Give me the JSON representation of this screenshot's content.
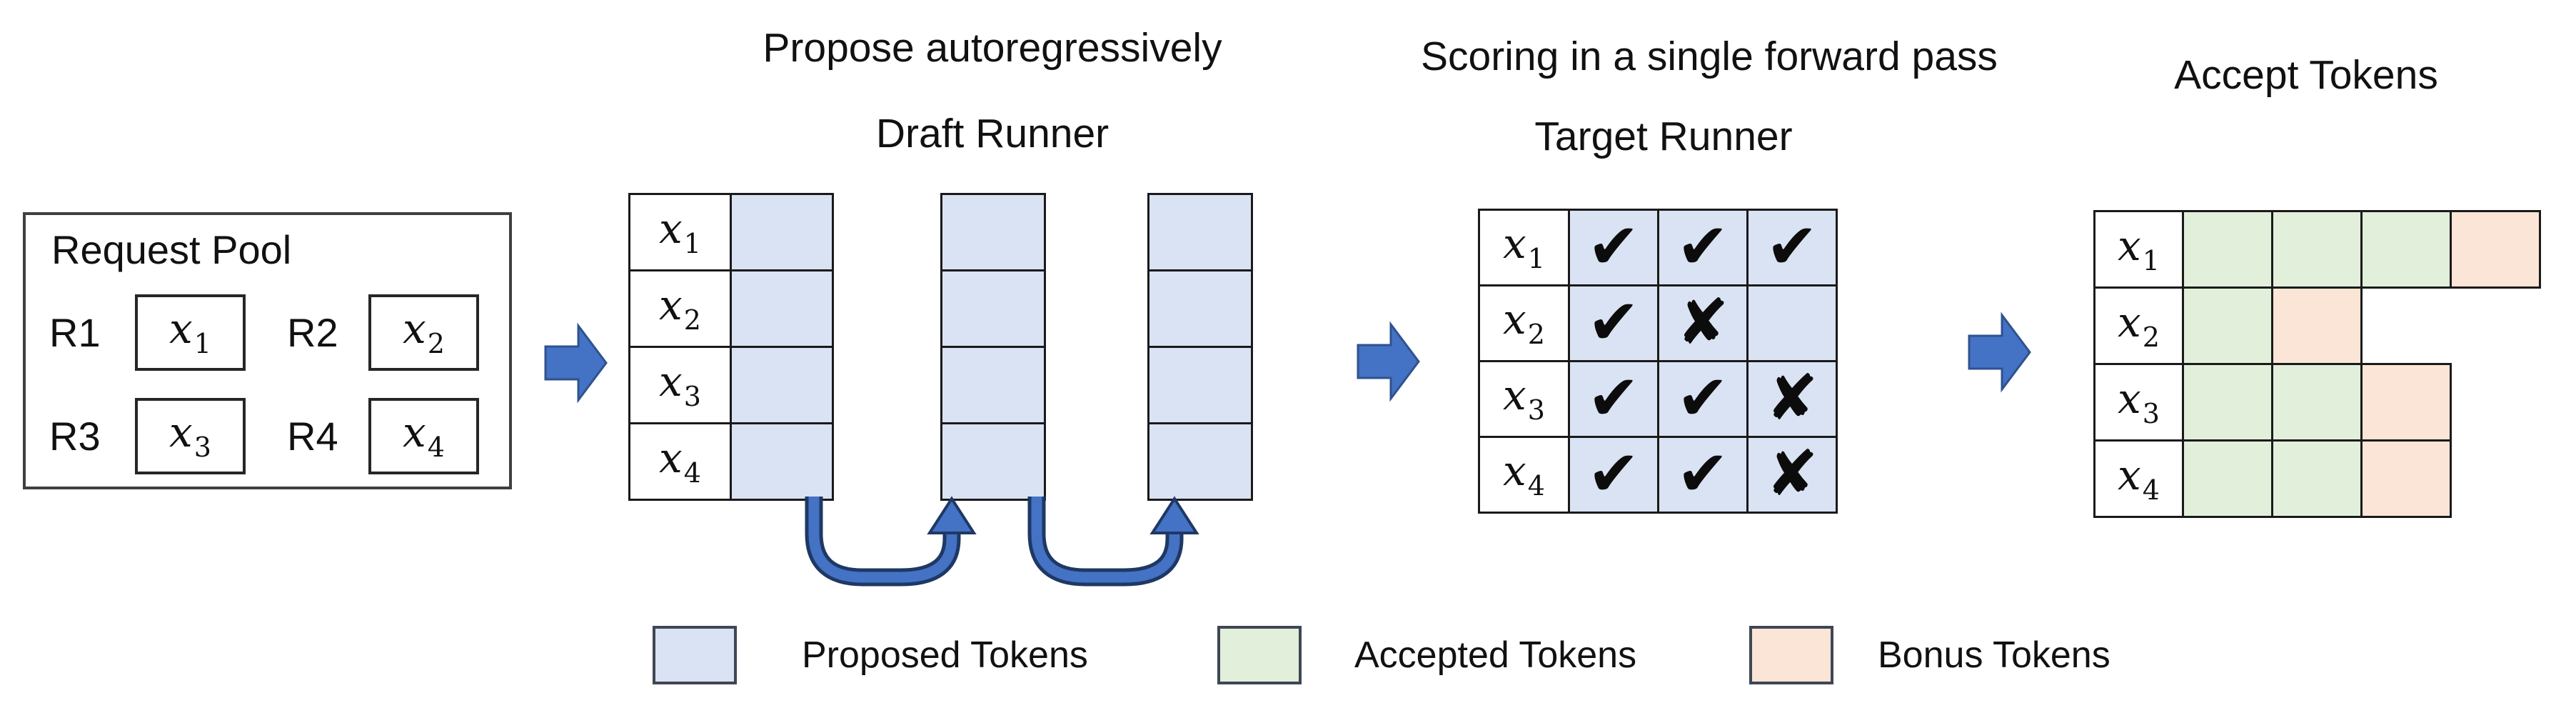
{
  "request_pool": {
    "title": "Request Pool",
    "requests": [
      {
        "id": "R1",
        "token": "x",
        "sub": "1"
      },
      {
        "id": "R2",
        "token": "x",
        "sub": "2"
      },
      {
        "id": "R3",
        "token": "x",
        "sub": "3"
      },
      {
        "id": "R4",
        "token": "x",
        "sub": "4"
      }
    ]
  },
  "draft_runner": {
    "title_line1": "Propose autoregressively",
    "title_line2": "Draft Runner",
    "row_labels": [
      {
        "token": "x",
        "sub": "1"
      },
      {
        "token": "x",
        "sub": "2"
      },
      {
        "token": "x",
        "sub": "3"
      },
      {
        "token": "x",
        "sub": "4"
      }
    ],
    "proposed_columns": 3
  },
  "target_runner": {
    "title_line1": "Scoring in a single forward pass",
    "title_line2": "Target Runner",
    "row_labels": [
      {
        "token": "x",
        "sub": "1"
      },
      {
        "token": "x",
        "sub": "2"
      },
      {
        "token": "x",
        "sub": "3"
      },
      {
        "token": "x",
        "sub": "4"
      }
    ],
    "score_matrix": [
      [
        "check",
        "check",
        "check"
      ],
      [
        "check",
        "cross",
        "none"
      ],
      [
        "check",
        "check",
        "cross"
      ],
      [
        "check",
        "check",
        "cross"
      ]
    ]
  },
  "accept_tokens": {
    "title": "Accept Tokens",
    "row_labels": [
      {
        "token": "x",
        "sub": "1"
      },
      {
        "token": "x",
        "sub": "2"
      },
      {
        "token": "x",
        "sub": "3"
      },
      {
        "token": "x",
        "sub": "4"
      }
    ],
    "cell_matrix": [
      [
        "accepted",
        "accepted",
        "accepted",
        "bonus"
      ],
      [
        "accepted",
        "bonus"
      ],
      [
        "accepted",
        "accepted",
        "bonus"
      ],
      [
        "accepted",
        "accepted",
        "bonus"
      ]
    ]
  },
  "legend": [
    {
      "swatch": "proposed",
      "label": "Proposed Tokens"
    },
    {
      "swatch": "accepted",
      "label": "Accepted Tokens"
    },
    {
      "swatch": "bonus",
      "label": "Bonus Tokens"
    }
  ],
  "glyphs": {
    "check": "✔",
    "cross": "✘",
    "none": ""
  },
  "colors": {
    "proposed": "#dae3f3",
    "accepted": "#e2efda",
    "bonus": "#fbe5d6",
    "arrow_fill": "#4472c4",
    "arrow_stroke": "#2f528f",
    "loop_stroke": "#1f3864",
    "grid_border": "#1a1a1a"
  }
}
